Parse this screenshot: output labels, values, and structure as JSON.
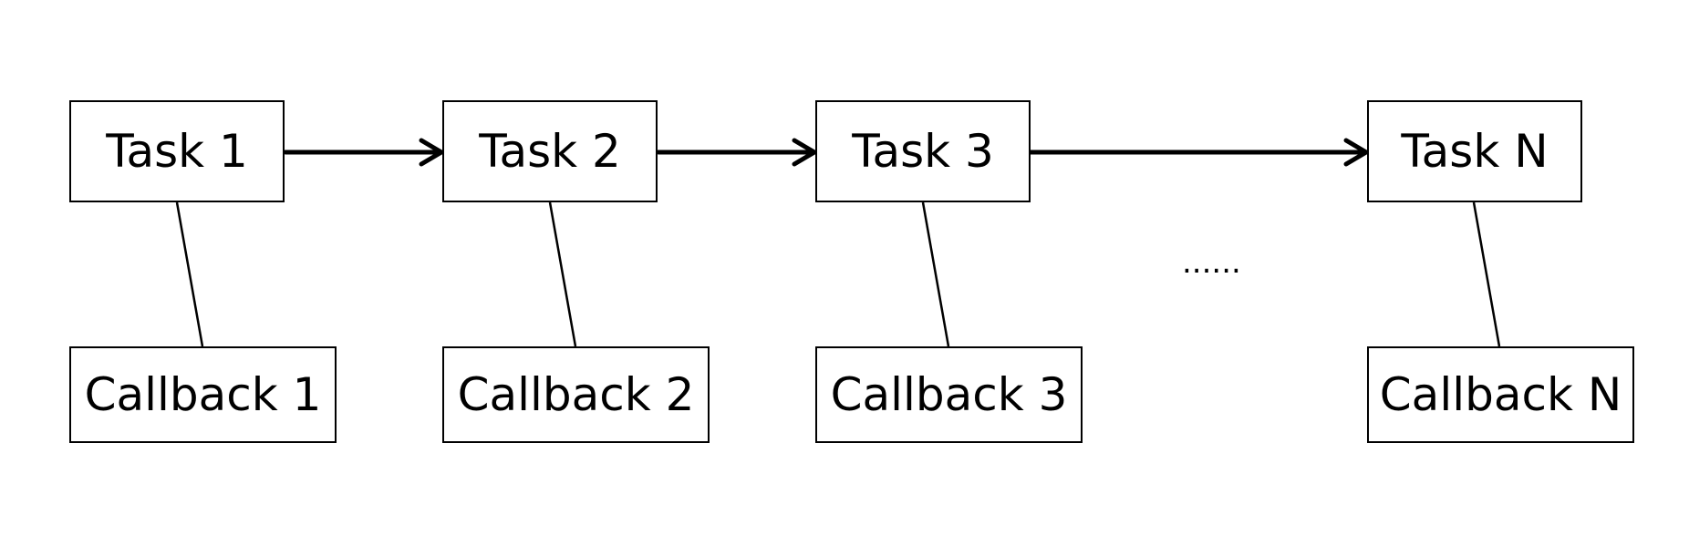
{
  "tasks": [
    {
      "label": "Task 1"
    },
    {
      "label": "Task 2"
    },
    {
      "label": "Task 3"
    },
    {
      "label": "Task N"
    }
  ],
  "callbacks": [
    {
      "label": "Callback 1"
    },
    {
      "label": "Callback 2"
    },
    {
      "label": "Callback 3"
    },
    {
      "label": "Callback N"
    }
  ],
  "ellipsis": "......"
}
